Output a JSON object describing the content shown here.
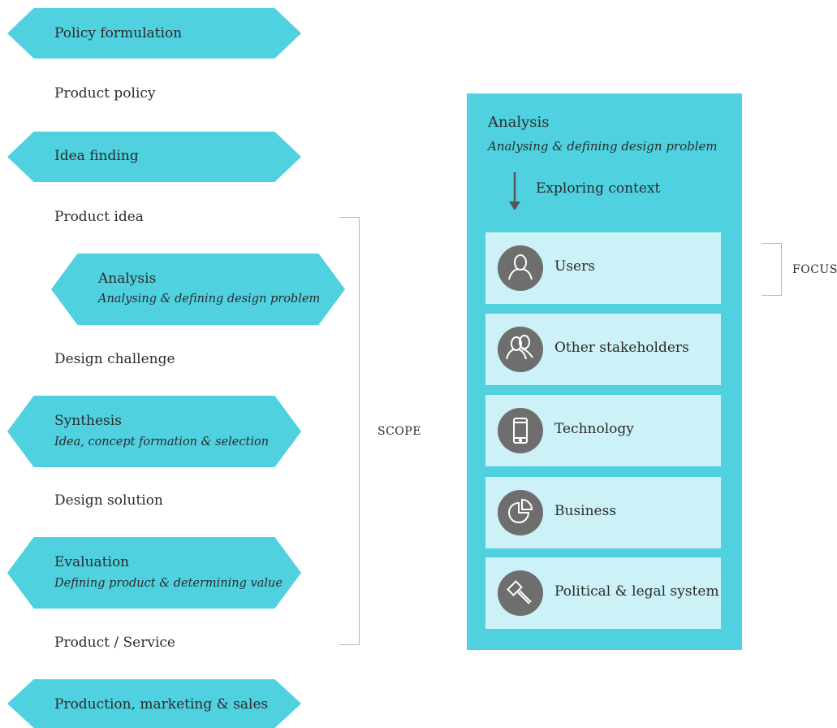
{
  "left_flow": {
    "policy_formulation": "Policy formulation",
    "product_policy": "Product policy",
    "idea_finding": "Idea finding",
    "product_idea": "Product idea",
    "analysis_title": "Analysis",
    "analysis_sub": "Analysing & defining design problem",
    "design_challenge": "Design challenge",
    "synthesis_title": "Synthesis",
    "synthesis_sub": "Idea, concept formation & selection",
    "design_solution": "Design solution",
    "evaluation_title": "Evaluation",
    "evaluation_sub": "Defining product & determining value",
    "product_service": "Product / Service",
    "production": "Production, marketing & sales"
  },
  "scope_label": "SCOPE",
  "focus_label": "FOCUS",
  "panel": {
    "title": "Analysis",
    "subtitle": "Analysing & defining design problem",
    "exploring": "Exploring context",
    "cards": [
      {
        "label": "Users",
        "icon": "user-icon"
      },
      {
        "label": "Other stakeholders",
        "icon": "stakeholders-icon"
      },
      {
        "label": "Technology",
        "icon": "smartphone-icon"
      },
      {
        "label": "Business",
        "icon": "pie-chart-icon"
      },
      {
        "label": "Political & legal system",
        "icon": "gavel-icon"
      }
    ]
  },
  "colors": {
    "accent": "#4fd1e0",
    "card_bg": "#ccf1f6",
    "icon_bg": "#6e6e6e",
    "bracket": "#b8b8b8"
  }
}
